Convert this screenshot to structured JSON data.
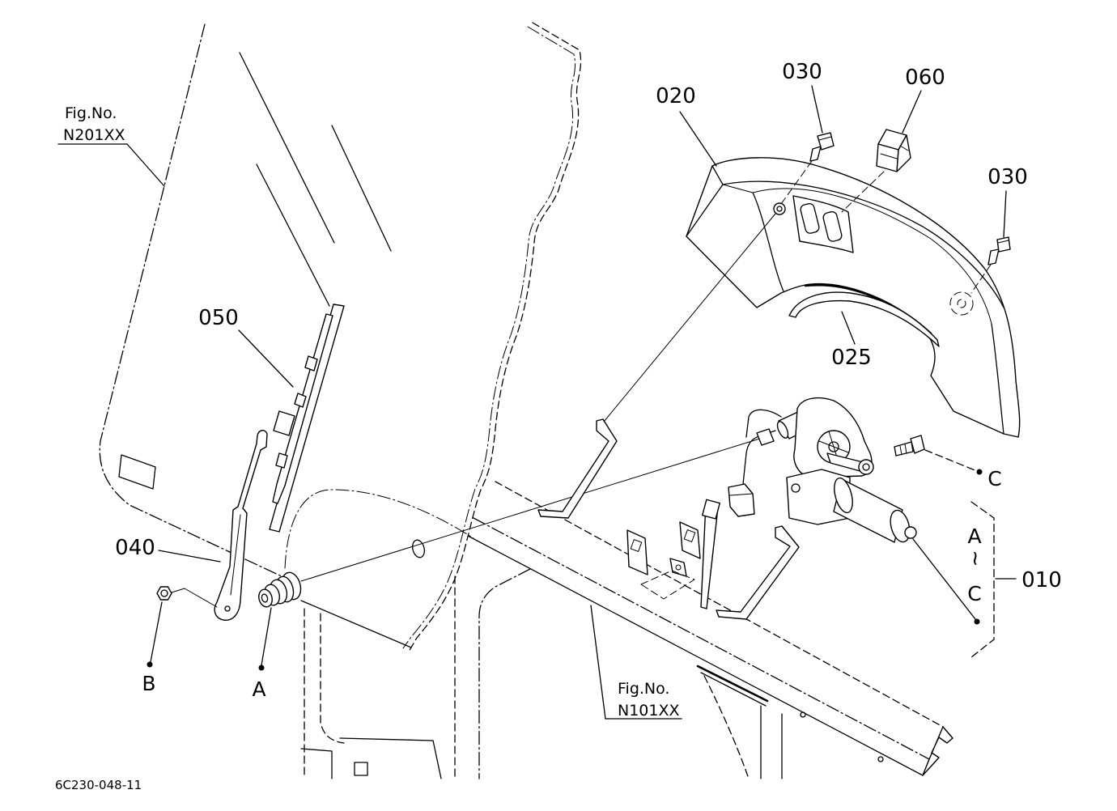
{
  "drawing": {
    "code": "6C230-048-11"
  },
  "fig_refs": {
    "upper": {
      "label": "Fig.No.",
      "number": "N201XX"
    },
    "lower": {
      "label": "Fig.No.",
      "number": "N101XX"
    }
  },
  "callouts": {
    "p010": "010",
    "p020": "020",
    "p025": "025",
    "p030_top": "030",
    "p030_right": "030",
    "p040": "040",
    "p050": "050",
    "p060": "060"
  },
  "points": {
    "a": "A",
    "b": "B",
    "c": "C"
  },
  "range": {
    "from": "A",
    "sep": "~",
    "to": "C"
  }
}
